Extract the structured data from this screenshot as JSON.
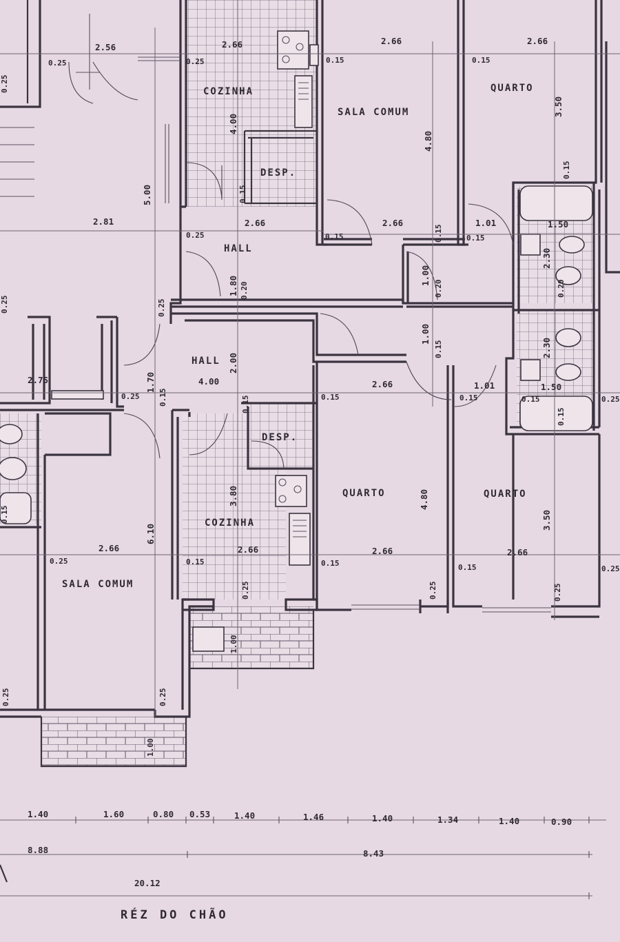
{
  "plan_title": "RÉZ DO CHÃO",
  "rooms": {
    "cozinha": "COZINHA",
    "sala_comum": "SALA COMUM",
    "quarto": "QUARTO",
    "desp": "DESP.",
    "hall": "HALL"
  },
  "dims": {
    "d266": "2.66",
    "d256": "2.56",
    "d281": "2.81",
    "d275": "2.75",
    "d101": "1.01",
    "d150": "1.50",
    "d025": "0.25",
    "d015": "0.15",
    "d020": "0.20",
    "d400": "4.00",
    "d480": "4.80",
    "d350": "3.50",
    "d500": "5.00",
    "d180": "1.80",
    "d100": "1.00",
    "d200": "2.00",
    "d170": "1.70",
    "d230": "2.30",
    "d380": "3.80",
    "d610": "6.10"
  },
  "bottom_dims": {
    "row1": [
      "1.40",
      "1.60",
      "0.80",
      "0.53",
      "1.40",
      "1.46",
      "1.40",
      "1.34",
      "1.40",
      "0.90"
    ],
    "row2": [
      "8.88",
      "8.43"
    ],
    "row3": [
      "20.12"
    ]
  }
}
